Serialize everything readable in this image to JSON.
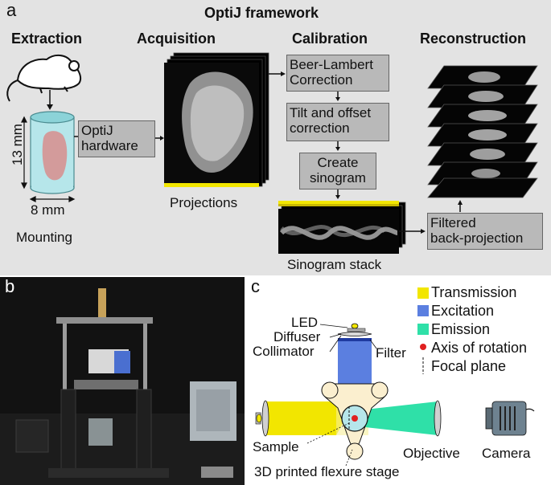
{
  "panel_a": {
    "letter": "a",
    "title": "OptiJ framework",
    "stages": {
      "extraction": "Extraction",
      "acquisition": "Acquisition",
      "calibration": "Calibration",
      "reconstruction": "Reconstruction"
    },
    "dimensions": {
      "height": "13 mm",
      "width": "8 mm"
    },
    "labels": {
      "mounting": "Mounting",
      "projections": "Projections",
      "sinogram_stack": "Sinogram stack"
    },
    "boxes": {
      "hardware_line1": "OptiJ",
      "hardware_line2": "hardware",
      "beer_line1": "Beer-Lambert",
      "beer_line2": "Correction",
      "tilt_line1": "Tilt and offset",
      "tilt_line2": "correction",
      "sino_line1": "Create",
      "sino_line2": "sinogram",
      "fbp_line1": "Filtered",
      "fbp_line2": "back-projection"
    }
  },
  "panel_b": {
    "letter": "b"
  },
  "panel_c": {
    "letter": "c",
    "legend": [
      {
        "label": "Transmission",
        "color": "#f2e600"
      },
      {
        "label": "Excitation",
        "color": "#5b7fe0"
      },
      {
        "label": "Emission",
        "color": "#2fe0a8"
      },
      {
        "label": "Axis of rotation",
        "color": "#e02020"
      },
      {
        "label": "Focal plane",
        "color": "#111111"
      }
    ],
    "labels": {
      "led": "LED",
      "diffuser": "Diffuser",
      "collimator": "Collimator",
      "filter": "Filter",
      "sample": "Sample",
      "objective": "Objective",
      "camera": "Camera",
      "stage": "3D printed flexure stage"
    }
  }
}
